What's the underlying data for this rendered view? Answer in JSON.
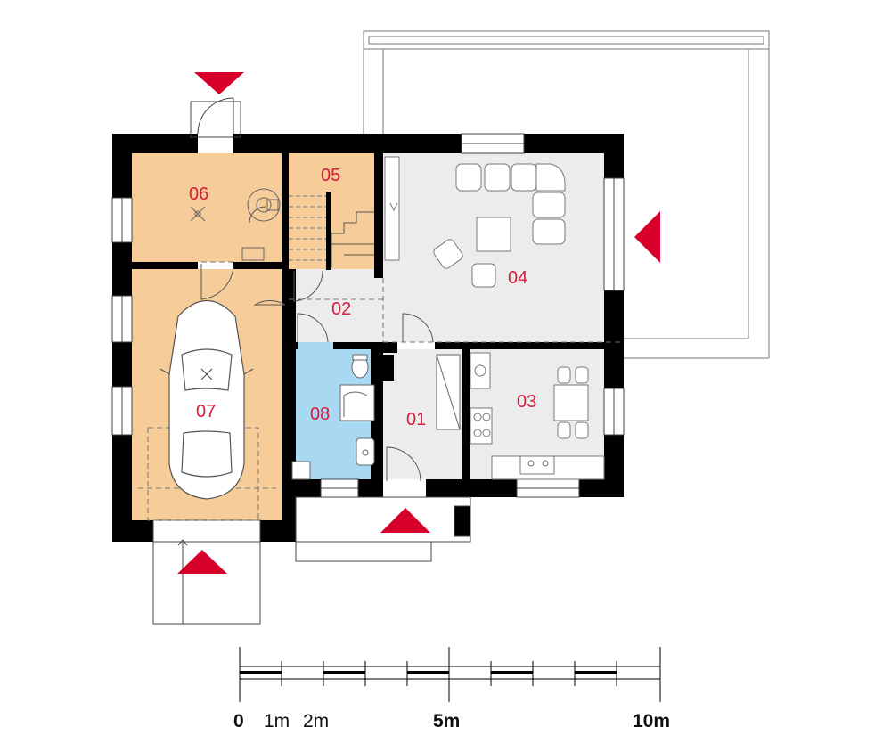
{
  "colors": {
    "wall": "#000000",
    "room_orange": "#f6cc98",
    "room_blue": "#a9d8f3",
    "room_gray": "#ececec",
    "label_red": "#d81b3c",
    "arrow_red": "#d6002a",
    "fixture_line": "#666666"
  },
  "rooms": [
    {
      "id": "01",
      "label": "01"
    },
    {
      "id": "02",
      "label": "02"
    },
    {
      "id": "03",
      "label": "03"
    },
    {
      "id": "04",
      "label": "04"
    },
    {
      "id": "05",
      "label": "05"
    },
    {
      "id": "06",
      "label": "06"
    },
    {
      "id": "07",
      "label": "07"
    },
    {
      "id": "08",
      "label": "08"
    }
  ],
  "scale_bar": {
    "labels": [
      "0",
      "1m",
      "2m",
      "5m",
      "10m"
    ],
    "bold_labels": [
      "0",
      "5m",
      "10m"
    ]
  },
  "entrance_arrows": [
    "entrance-arrow-top",
    "entrance-arrow-right",
    "entrance-arrow-front",
    "entrance-arrow-garage"
  ]
}
